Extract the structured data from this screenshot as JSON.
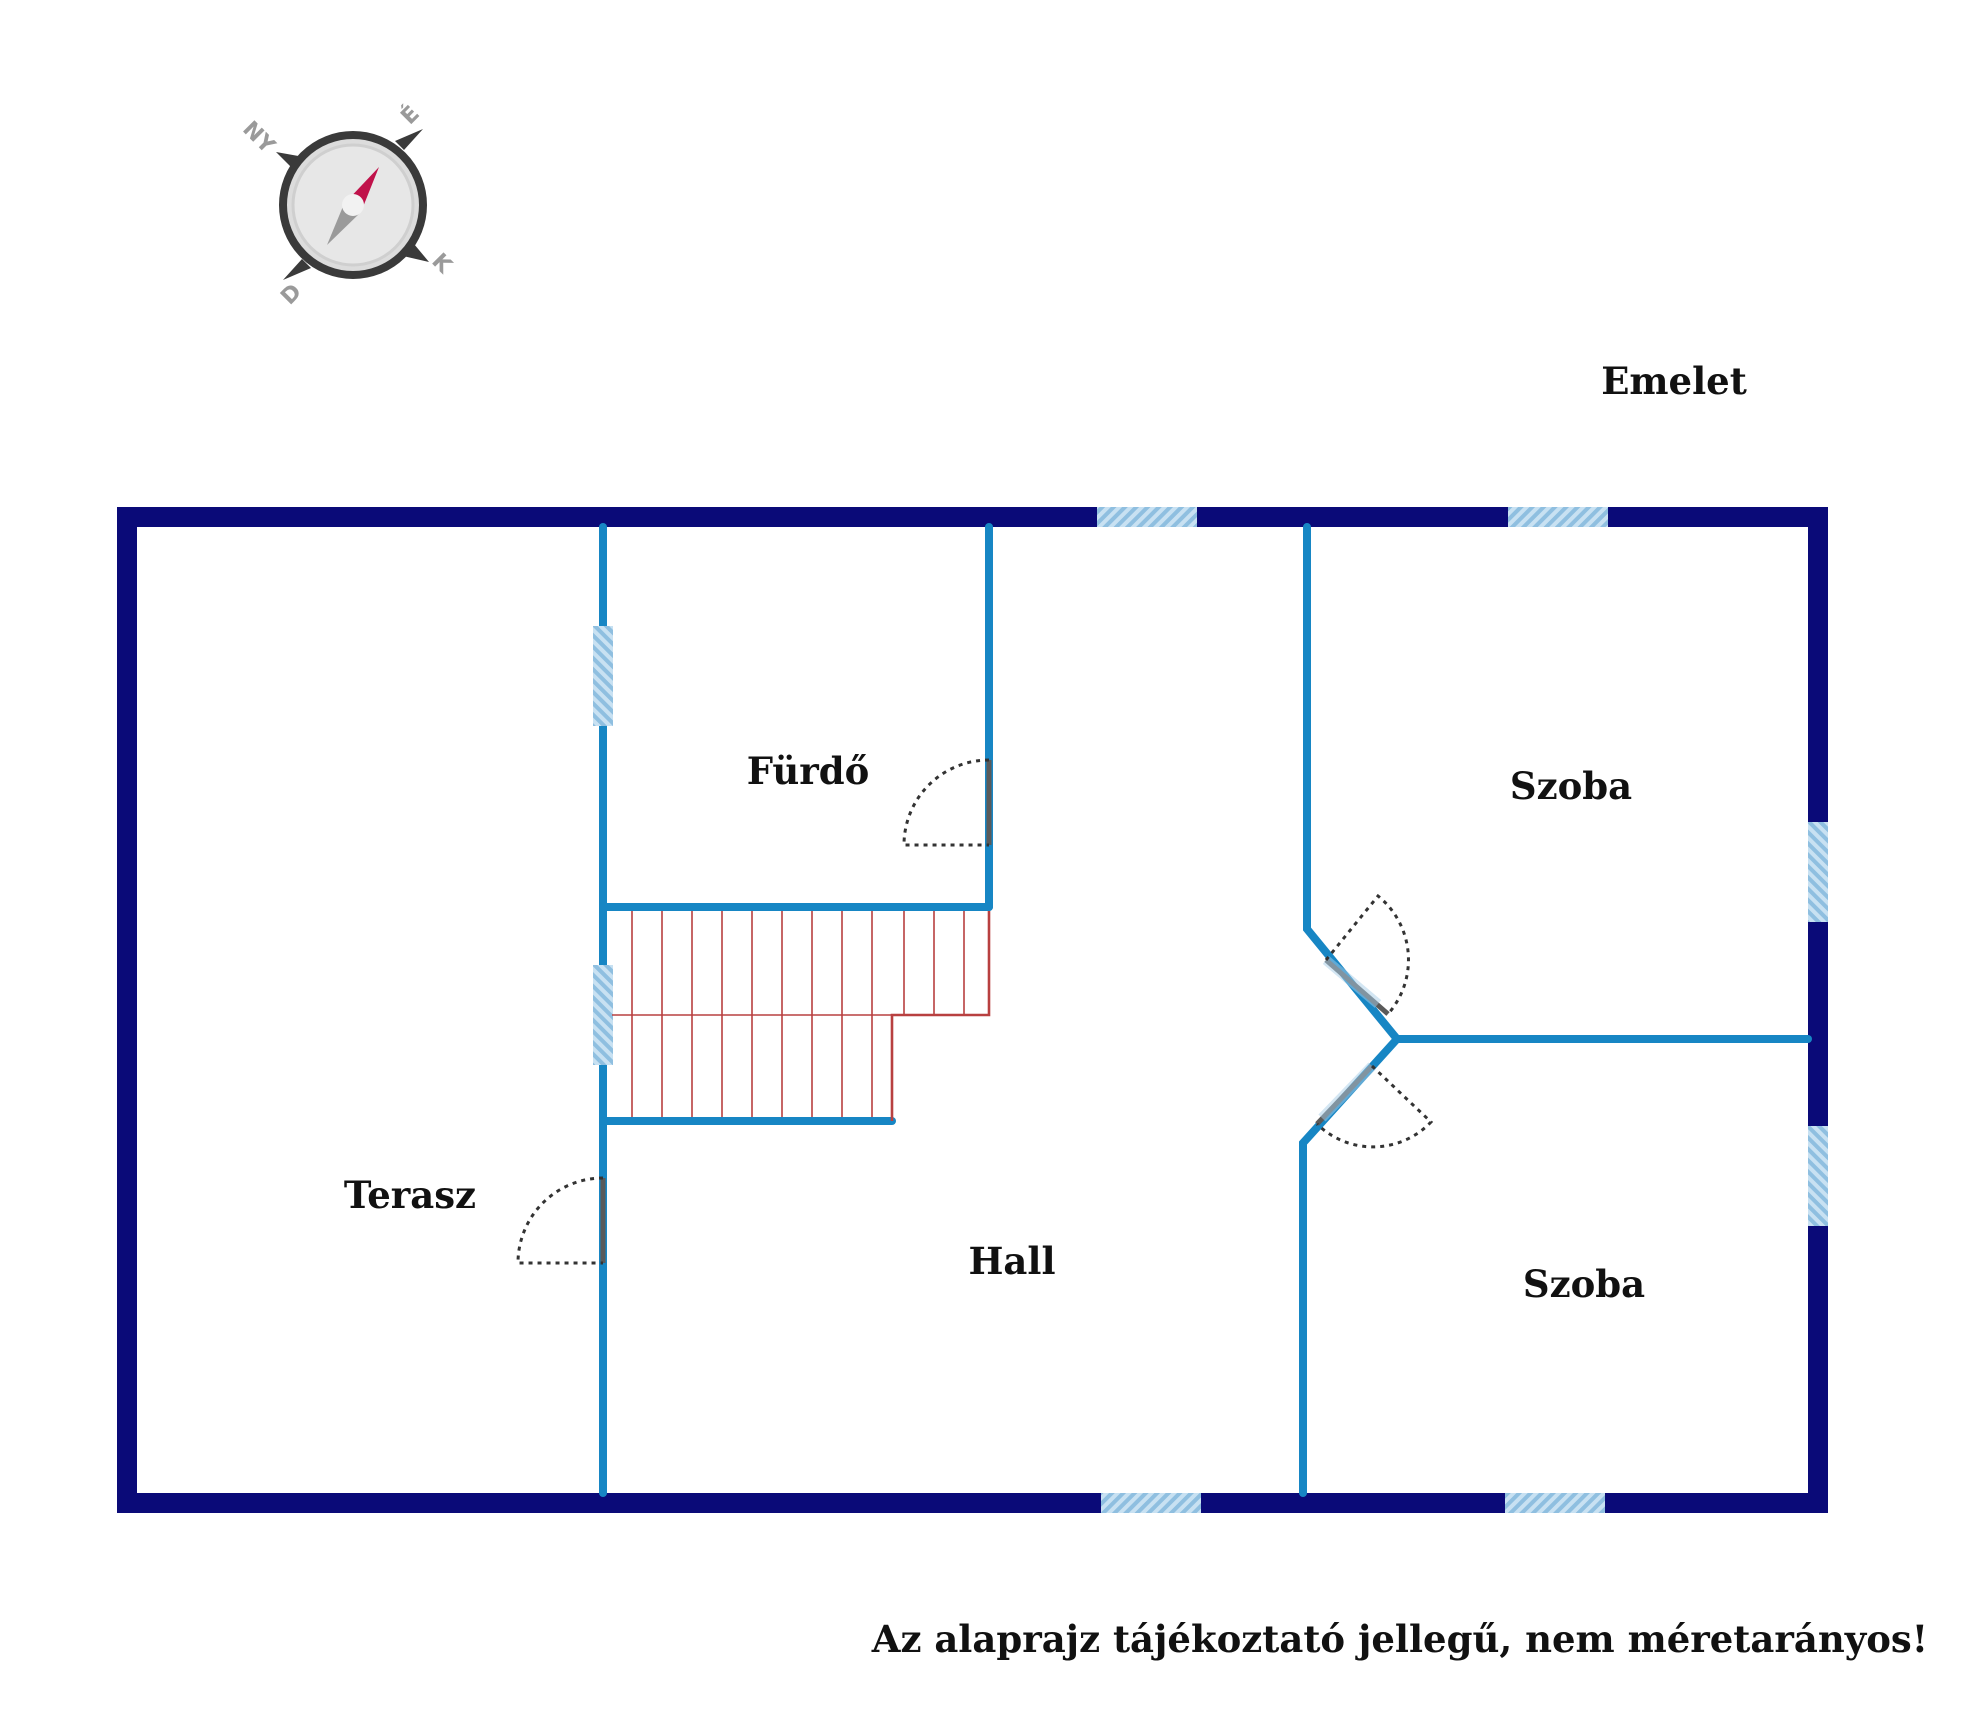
{
  "floor": {
    "label": "Emelet"
  },
  "rooms": {
    "terasz": "Terasz",
    "furdo": "Fürdő",
    "hall": "Hall",
    "szoba_upper": "Szoba",
    "szoba_lower": "Szoba"
  },
  "compass": {
    "north": "É",
    "south": "D",
    "east": "K",
    "west": "NY",
    "needle_color": "#c0124a"
  },
  "disclaimer": "Az alaprajz tájékoztató jellegű, nem méretarányos!",
  "colors": {
    "outer_wall": "#0a0a78",
    "inner_wall": "#1786c4",
    "window": "#a9cfe8",
    "stairs": "#b84040",
    "door": "#5a5a5a"
  }
}
